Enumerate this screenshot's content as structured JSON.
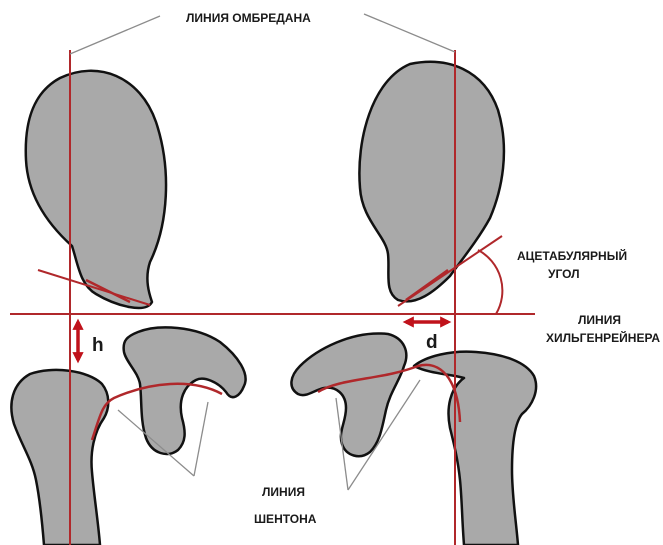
{
  "labels": {
    "ombredan_line": "ЛИНИЯ ОМБРЕДАНА",
    "acetabular_angle_line1": "АЦЕТАБУЛЯРНЫЙ",
    "acetabular_angle_line2": "УГОЛ",
    "hilgenreiner_line1": "ЛИНИЯ",
    "hilgenreiner_line2": "ХИЛЬГЕНРЕЙНЕРА",
    "shenton_line1": "ЛИНИЯ",
    "shenton_line2": "ШЕНТОНА",
    "h": "h",
    "d": "d"
  },
  "colors": {
    "bone_fill": "#a9a9a9",
    "outline": "#111111",
    "reference_line": "#b0282b",
    "arrow": "#c0121b",
    "leader_line": "#8c8c8c"
  }
}
